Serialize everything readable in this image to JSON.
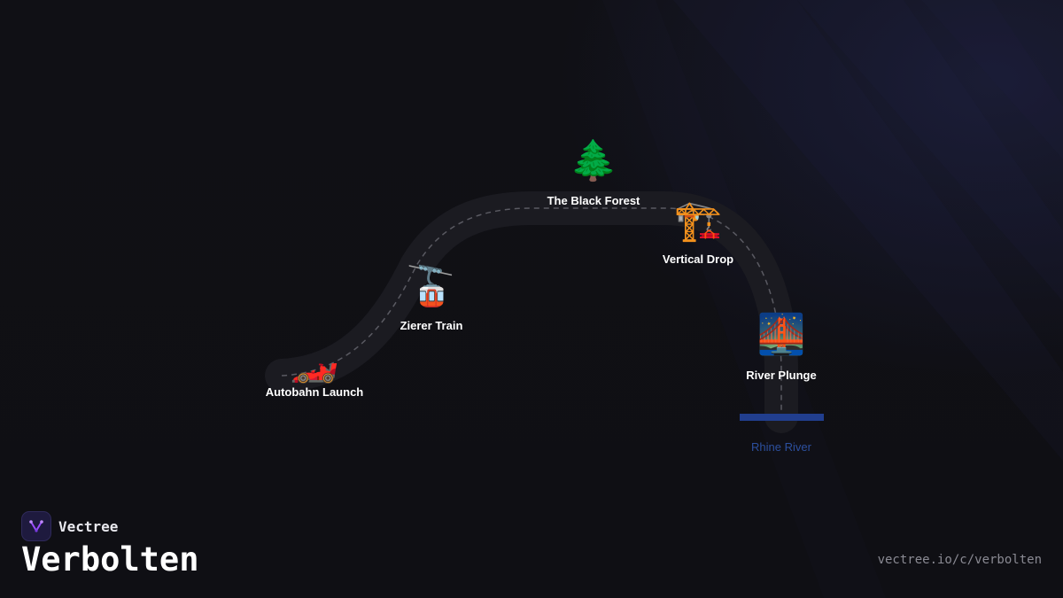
{
  "brand": {
    "name": "Vectree",
    "logo_icon": "vectree-logo-icon",
    "accent_color": "#9b4dff"
  },
  "page_title": "Verbolten",
  "url": "vectree.io/c/verbolten",
  "track": {
    "color": "#1b1b21",
    "dash_color": "#5a5a62"
  },
  "stops": [
    {
      "id": "autobahn-launch",
      "label": "Autobahn Launch",
      "icon": "race-car-icon",
      "emoji": "🏎️"
    },
    {
      "id": "zierer-train",
      "label": "Zierer Train",
      "icon": "aerial-tramway-icon",
      "emoji": "🚡"
    },
    {
      "id": "black-forest",
      "label": "The Black Forest",
      "icon": "evergreen-tree-icon",
      "emoji": "🌲"
    },
    {
      "id": "vertical-drop",
      "label": "Vertical Drop",
      "icon": "construction-crane-icon",
      "emoji": "🏗️"
    },
    {
      "id": "river-plunge",
      "label": "River Plunge",
      "icon": "bridge-at-night-icon",
      "emoji": "🌉"
    }
  ],
  "river": {
    "label": "Rhine River",
    "color": "#213e8e"
  }
}
